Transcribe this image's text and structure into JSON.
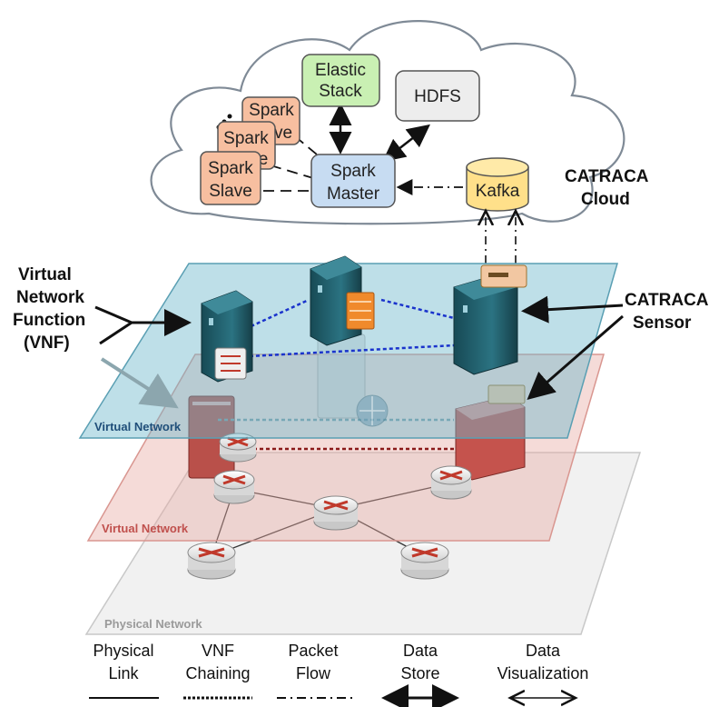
{
  "cloud": {
    "elastic_line1": "Elastic",
    "elastic_line2": "Stack",
    "hdfs": "HDFS",
    "spark_slave_1_line1": "Spark",
    "spark_slave_1_line2": "ve",
    "spark_slave_2_line1": "Spark",
    "spark_slave_2_line2": "e",
    "spark_slave_3_line1": "Spark",
    "spark_slave_3_line2": "Slave",
    "spark_master_line1": "Spark",
    "spark_master_line2": "Master",
    "kafka": "Kafka",
    "catraca_cloud_line1": "CATRACA",
    "catraca_cloud_line2": "Cloud"
  },
  "labels": {
    "vnf_line1": "Virtual",
    "vnf_line2": "Network",
    "vnf_line3": "Function",
    "vnf_line4": "(VNF)",
    "sensor_line1": "CATRACA",
    "sensor_line2": "Sensor"
  },
  "planes": {
    "virtual_blue": "Virtual Network",
    "virtual_red": "Virtual Network",
    "physical": "Physical Network"
  },
  "legend": [
    {
      "line1": "Physical",
      "line2": "Link",
      "style": "solid"
    },
    {
      "line1": "VNF",
      "line2": "Chaining",
      "style": "dotted"
    },
    {
      "line1": "Packet",
      "line2": "Flow",
      "style": "dashdot"
    },
    {
      "line1": "Data",
      "line2": "Store",
      "style": "filled-arrow"
    },
    {
      "line1": "Data",
      "line2": "Visualization",
      "style": "open-arrow"
    }
  ],
  "colors": {
    "blue_plane": "#6fb8cc",
    "red_plane": "#e8a9a3",
    "gray_plane": "#d9d9d9",
    "elastic": "#c9f0b3",
    "hdfs": "#ededed",
    "spark_slave": "#f7bfa0",
    "spark_master": "#c7dcf2",
    "kafka": "#ffe08a",
    "server": "#1f5f6b",
    "blue_link": "#1a33cc",
    "red_link": "#8a1a1a"
  }
}
